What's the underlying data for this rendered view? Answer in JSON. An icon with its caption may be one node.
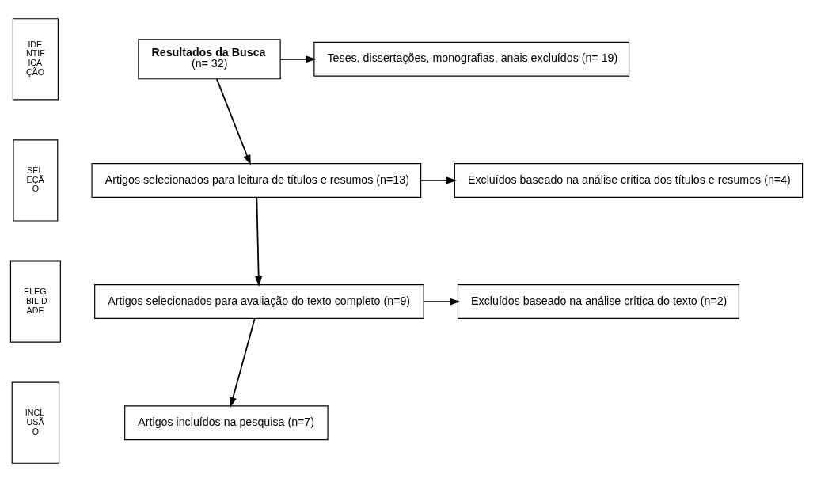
{
  "diagram": {
    "nodes": [
      {
        "text": [
          "IDE NTIF ICA ÇÃO"
        ]
      },
      {
        "text": [
          "Resultados da Busca",
          "(n= 32)"
        ]
      },
      {
        "text": [
          "Teses, dissertações, monografias, anais excluídos (n= 19)"
        ]
      },
      {
        "text": [
          "SEL EÇÃ O"
        ]
      },
      {
        "text": [
          "Artigos selecionados para leitura de títulos e resumos (n=13)"
        ]
      },
      {
        "text": [
          "Excluídos baseado na análise crítica dos títulos e resumos (n=4)"
        ]
      },
      {
        "text": [
          "ELEG IBILID ADE"
        ]
      },
      {
        "text": [
          "Artigos selecionados para avaliação do texto completo (n=9)"
        ]
      },
      {
        "text": [
          "Excluídos baseado na análise crítica do texto (n=2)"
        ]
      },
      {
        "text": [
          "INCL USÃ O"
        ]
      },
      {
        "text": [
          "Artigos incluídos na pesquisa (n=7)"
        ]
      }
    ],
    "edges": [
      {
        "from": 1,
        "to": 2,
        "arrow": "to"
      },
      {
        "from": 1,
        "to": 4,
        "arrow": "to"
      },
      {
        "from": 4,
        "to": 5,
        "arrow": "to"
      },
      {
        "from": 4,
        "to": 7,
        "arrow": "to"
      },
      {
        "from": 7,
        "to": 8,
        "arrow": "to"
      },
      {
        "from": 7,
        "to": 10,
        "arrow": "to"
      }
    ]
  }
}
